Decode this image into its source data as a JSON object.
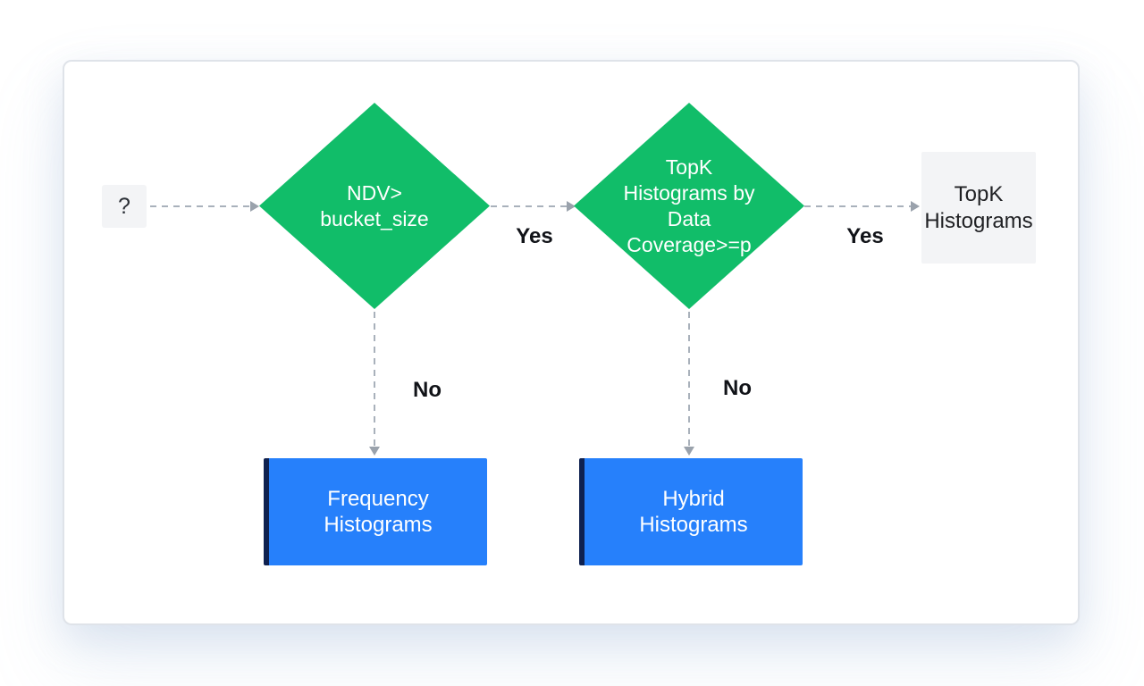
{
  "colors": {
    "page-bg": "#ffffff",
    "card-bg": "#ffffff",
    "card-border": "#dfe3e9",
    "decision-fill": "#11bd69",
    "decision-text": "#ffffff",
    "result-fill": "#2680fb",
    "result-accent": "#0f2150",
    "result-text": "#ffffff",
    "neutral-fill": "#f3f4f6",
    "neutral-text": "#202124",
    "edge": "#a9b1bb",
    "edge-head": "#9aa2ac",
    "label-text": "#111318"
  },
  "nodes": {
    "start": {
      "label": "?"
    },
    "decision_ndv": {
      "lines": [
        "NDV>",
        "bucket_size"
      ]
    },
    "decision_topk_coverage": {
      "lines": [
        "TopK",
        "Histograms by",
        "Data",
        "Coverage>=p"
      ]
    },
    "result_topk": {
      "lines": [
        "TopK",
        "Histograms"
      ]
    },
    "result_frequency": {
      "lines": [
        "Frequency",
        "Histograms"
      ]
    },
    "result_hybrid": {
      "lines": [
        "Hybrid",
        "Histograms"
      ]
    }
  },
  "edge_labels": {
    "yes1": "Yes",
    "yes2": "Yes",
    "no1": "No",
    "no2": "No"
  }
}
